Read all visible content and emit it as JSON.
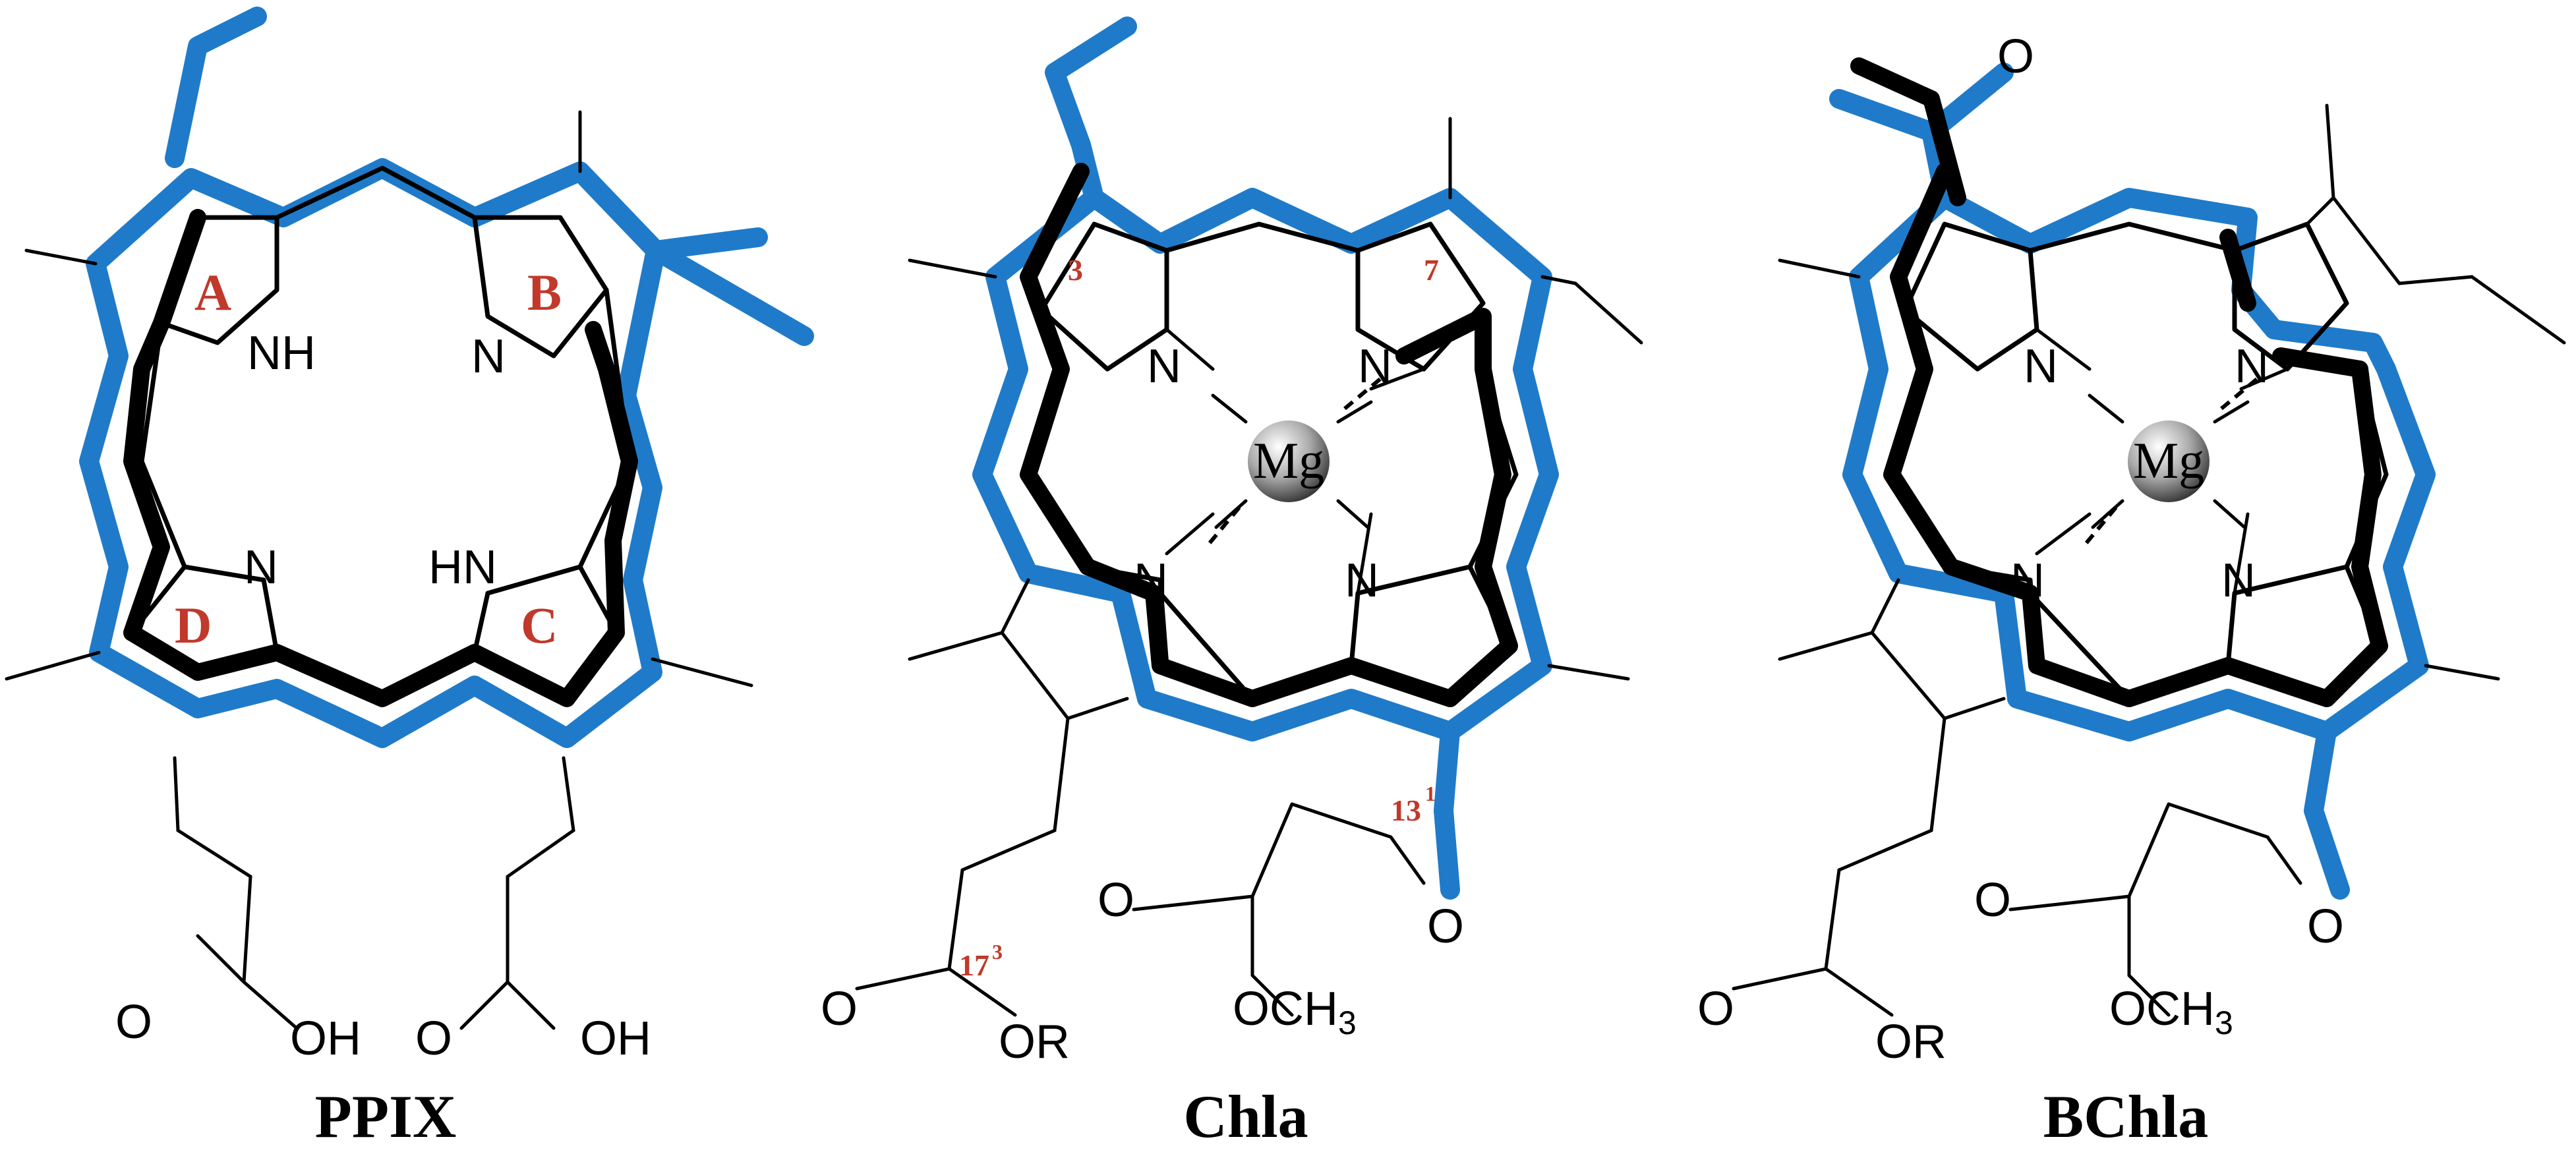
{
  "molecules": [
    {
      "name": "PPIX",
      "ring_labels": [
        "A",
        "B",
        "C",
        "D"
      ],
      "atoms": {
        "nh_top": "NH",
        "n_top": "N",
        "n_bottom": "N",
        "hn_bottom": "HN",
        "o1": "O",
        "oh1": "OH",
        "o2": "O",
        "oh2": "OH"
      }
    },
    {
      "name": "Chla",
      "metal": "Mg",
      "positions": {
        "p3": "3",
        "p7": "7",
        "p13": "13",
        "p13_sup": "1",
        "p17": "17",
        "p17_sup": "3"
      },
      "atoms": {
        "n_tl": "N",
        "n_tr": "N",
        "n_bl": "N",
        "n_br": "N",
        "keto_o": "O",
        "ester_o": "O",
        "och3": "OCH",
        "och3_sub": "3",
        "acid_o": "O",
        "or": "OR"
      }
    },
    {
      "name": "BChla",
      "metal": "Mg",
      "atoms": {
        "acetyl_o": "O",
        "n_tl": "N",
        "n_tr": "N",
        "n_bl": "N",
        "n_br": "N",
        "keto_o": "O",
        "ester_o": "O",
        "och3": "OCH",
        "och3_sub": "3",
        "acid_o": "O",
        "or": "OR"
      }
    }
  ],
  "colors": {
    "conjugation_highlight": "#1f7bc9",
    "label_red": "#c0392b",
    "bond": "#000000"
  }
}
